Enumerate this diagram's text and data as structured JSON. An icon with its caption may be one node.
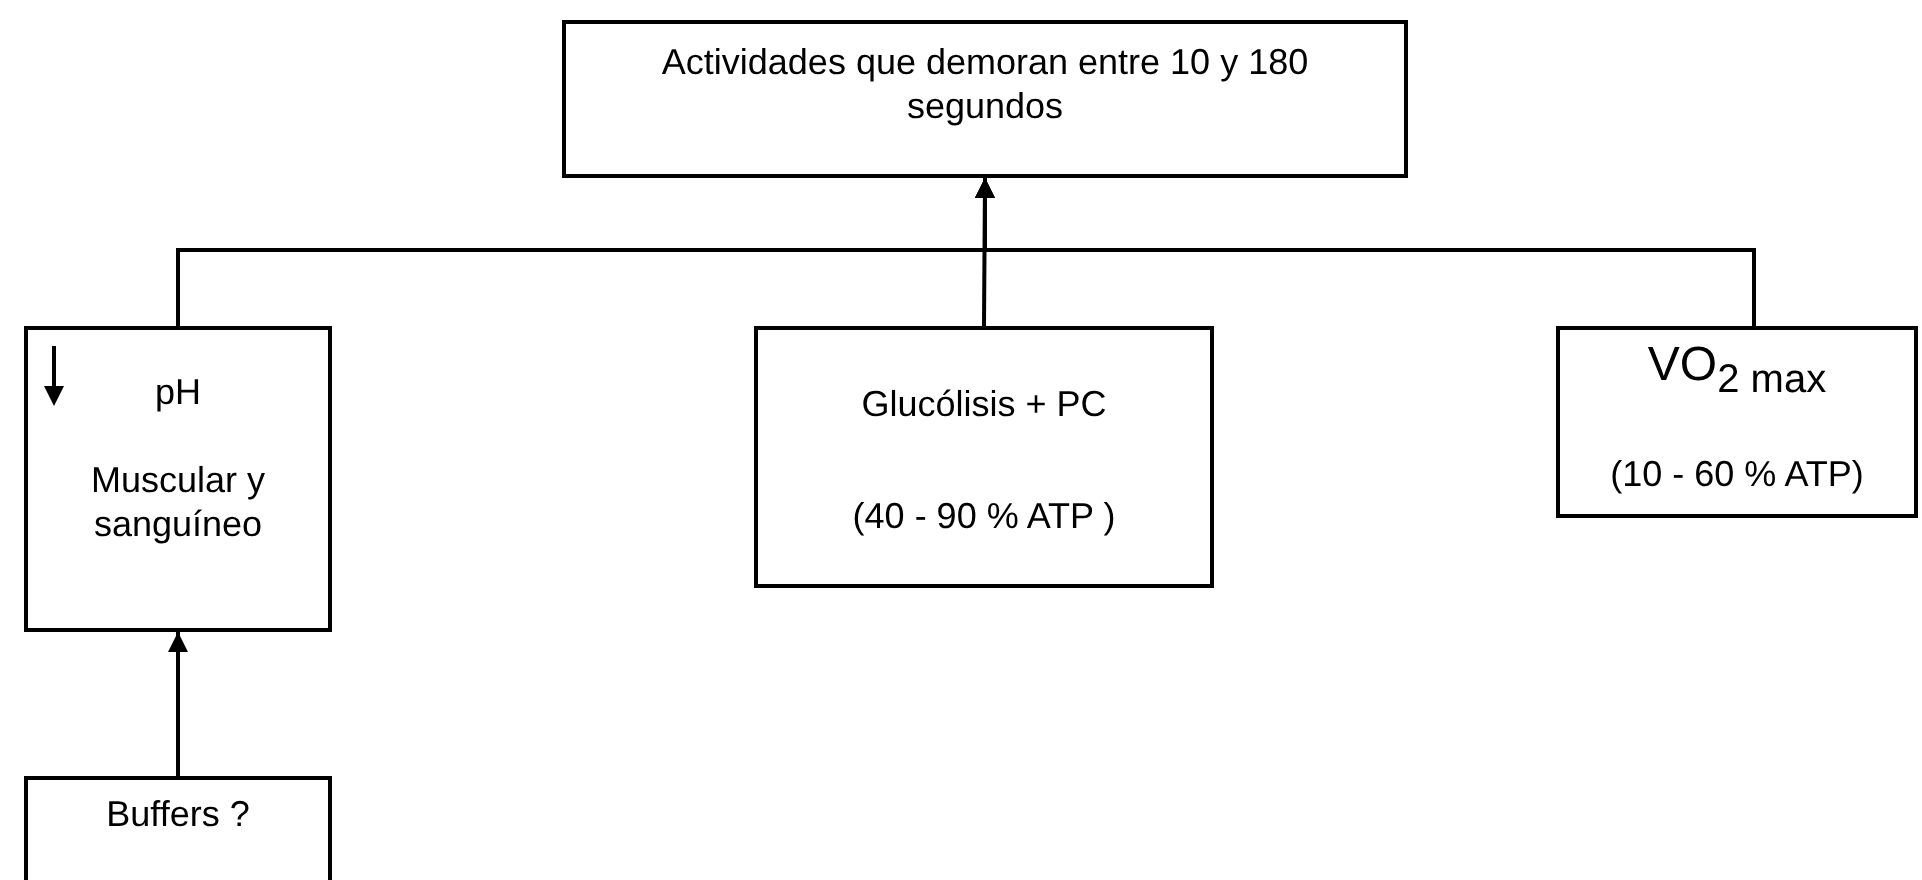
{
  "diagram": {
    "nodes": [
      {
        "text": [
          "Actividades que demoran entre 10 y 180 segundos"
        ]
      },
      {
        "text": [
          "pH",
          "Muscular y sanguíneo"
        ]
      },
      {
        "text": [
          "Glucólisis + PC",
          "(40 - 90 % ATP )"
        ]
      },
      {
        "text": [
          "VO$_{2 max}$",
          "(10 - 60 % ATP)"
        ]
      },
      {
        "text": [
          "Buffers ?"
        ]
      }
    ],
    "edges": [
      {
        "from": 1,
        "to": 0,
        "arrow": "to"
      },
      {
        "from": 2,
        "to": 0,
        "arrow": "to"
      },
      {
        "from": 3,
        "to": 0,
        "arrow": "to"
      },
      {
        "from": 4,
        "to": 1,
        "arrow": "to"
      }
    ]
  }
}
